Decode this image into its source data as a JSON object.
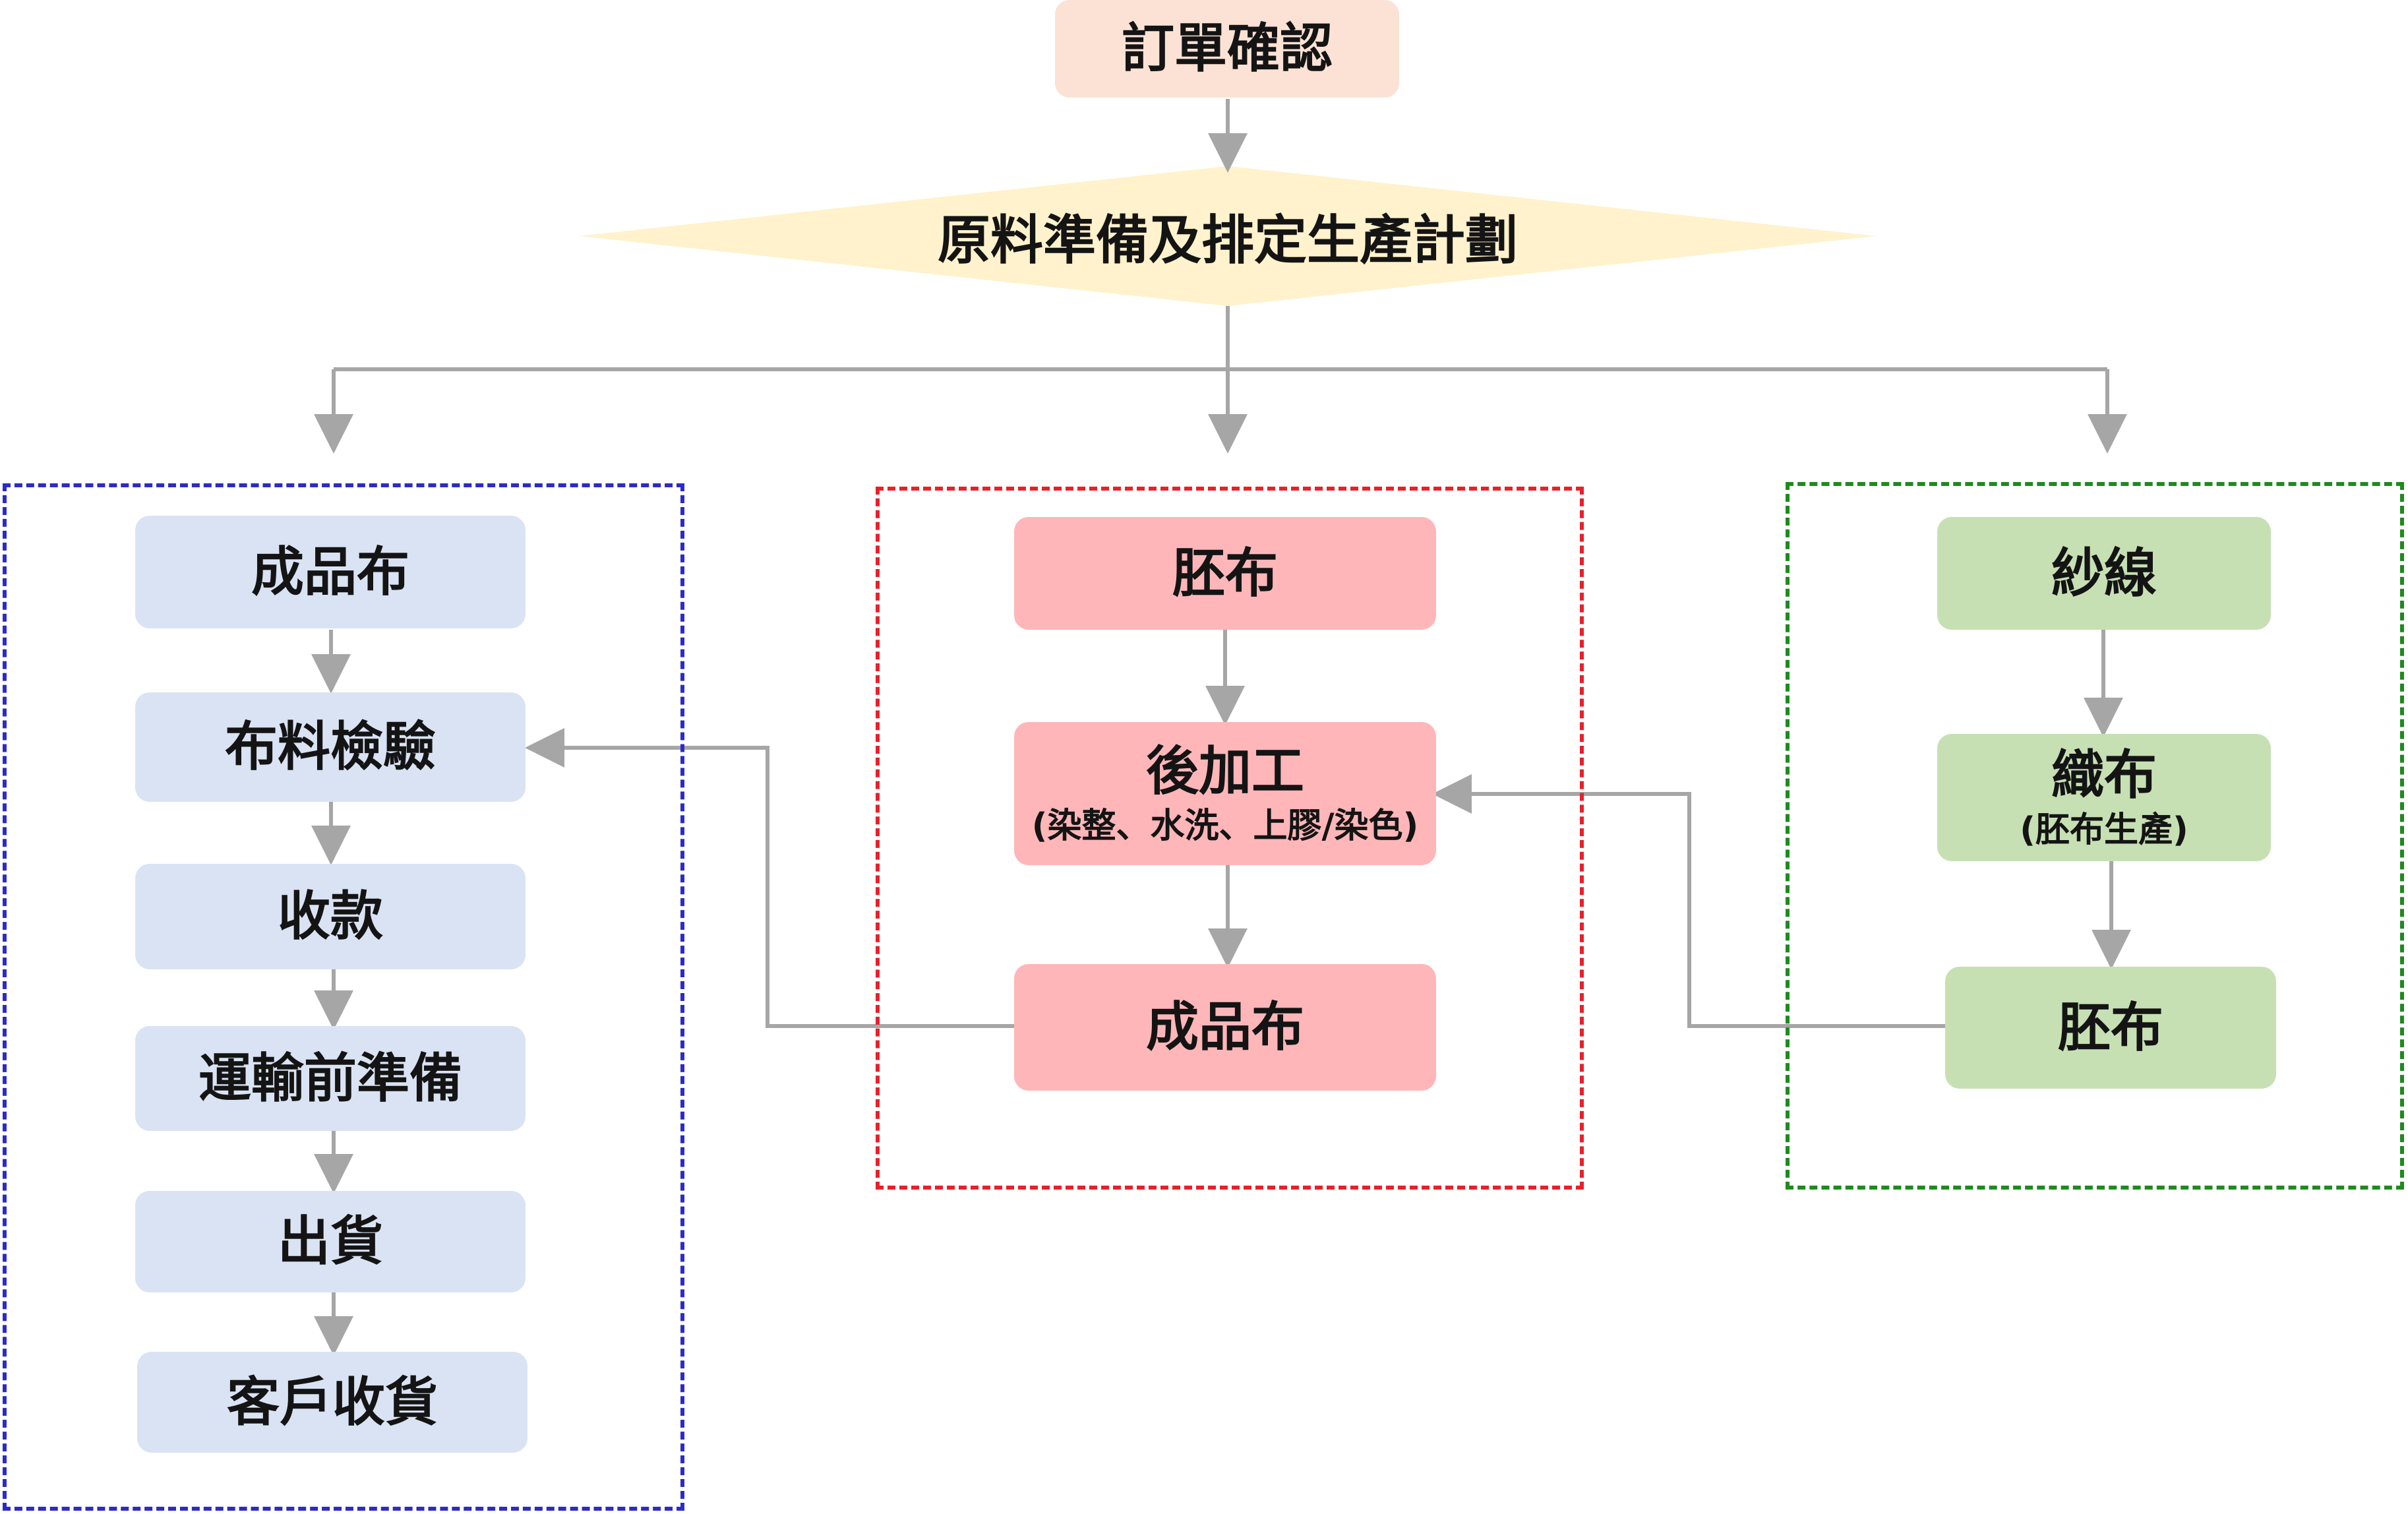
{
  "start": {
    "label": "訂單確認"
  },
  "decision": {
    "label": "原料準備及排定生產計劃"
  },
  "left_group": {
    "color": "#2b2bc8",
    "steps": [
      "成品布",
      "布料檢驗",
      "收款",
      "運輸前準備",
      "出貨",
      "客戶收貨"
    ]
  },
  "middle_group": {
    "color": "#e8202a",
    "steps": [
      {
        "label": "胚布",
        "sub": ""
      },
      {
        "label": "後加工",
        "sub": "(染整、水洗、上膠/染色)"
      },
      {
        "label": "成品布",
        "sub": ""
      }
    ]
  },
  "right_group": {
    "color": "#1f8a1f",
    "steps": [
      {
        "label": "紗線",
        "sub": ""
      },
      {
        "label": "織布",
        "sub": "(胚布生產)"
      },
      {
        "label": "胚布",
        "sub": ""
      }
    ]
  },
  "colors": {
    "connector": "#a6a6a6",
    "blue_fill": "#dae3f3",
    "red_fill": "#ffb6b9",
    "green_fill": "#c6e0b4",
    "peach_fill": "#fbe2d4",
    "diamond_fill": "#fff2cc"
  }
}
